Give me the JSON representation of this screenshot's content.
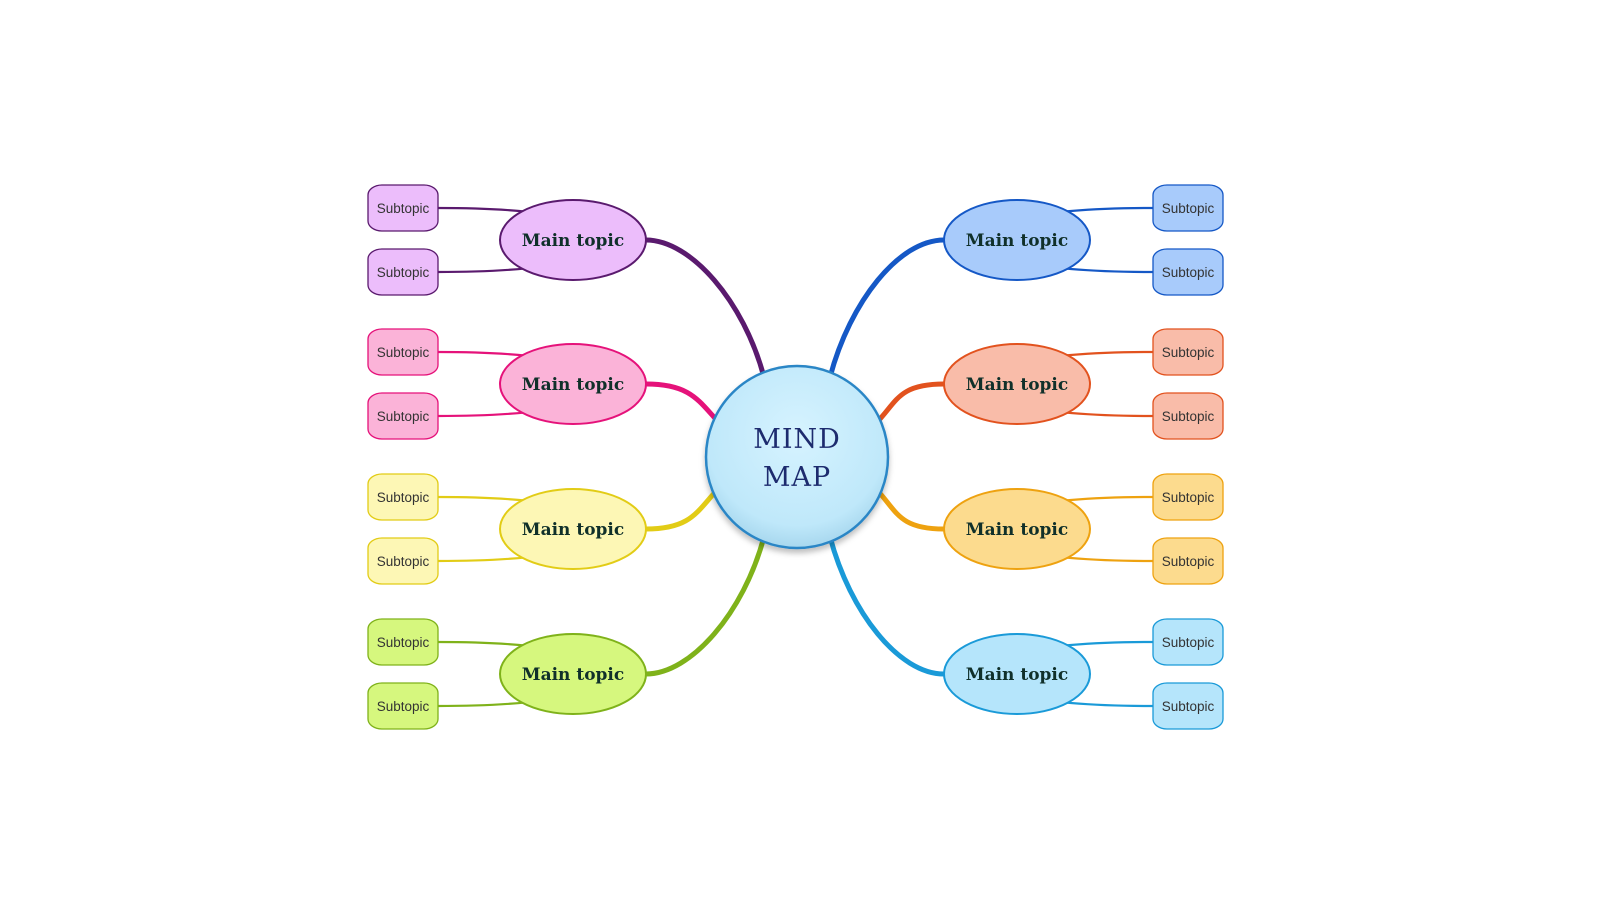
{
  "center": {
    "line1": "MIND",
    "line2": "MAP",
    "fill": "#c5ecfb",
    "stroke": "#2a86c6"
  },
  "branches": [
    {
      "side": "left",
      "main_label": "Main topic",
      "subtopics": [
        "Subtopic",
        "Subtopic"
      ],
      "main_fill": "#ecbdfb",
      "sub_fill": "#ecbdfb",
      "stroke": "#5a1a6e"
    },
    {
      "side": "left",
      "main_label": "Main topic",
      "subtopics": [
        "Subtopic",
        "Subtopic"
      ],
      "main_fill": "#fbb3d8",
      "sub_fill": "#fbb3d8",
      "stroke": "#e5127a"
    },
    {
      "side": "left",
      "main_label": "Main topic",
      "subtopics": [
        "Subtopic",
        "Subtopic"
      ],
      "main_fill": "#fdf7b5",
      "sub_fill": "#fdf7b5",
      "stroke": "#e2cc16"
    },
    {
      "side": "left",
      "main_label": "Main topic",
      "subtopics": [
        "Subtopic",
        "Subtopic"
      ],
      "main_fill": "#d6f77e",
      "sub_fill": "#d6f77e",
      "stroke": "#7fb21a"
    },
    {
      "side": "right",
      "main_label": "Main topic",
      "subtopics": [
        "Subtopic",
        "Subtopic"
      ],
      "main_fill": "#a8cbfb",
      "sub_fill": "#a8cbfb",
      "stroke": "#1558c6"
    },
    {
      "side": "right",
      "main_label": "Main topic",
      "subtopics": [
        "Subtopic",
        "Subtopic"
      ],
      "main_fill": "#f9bca9",
      "sub_fill": "#f9bca9",
      "stroke": "#e2521e"
    },
    {
      "side": "right",
      "main_label": "Main topic",
      "subtopics": [
        "Subtopic",
        "Subtopic"
      ],
      "main_fill": "#fcdb8e",
      "sub_fill": "#fcdb8e",
      "stroke": "#eea210"
    },
    {
      "side": "right",
      "main_label": "Main topic",
      "subtopics": [
        "Subtopic",
        "Subtopic"
      ],
      "main_fill": "#b5e5fb",
      "sub_fill": "#b5e5fb",
      "stroke": "#1a9ad8"
    }
  ]
}
